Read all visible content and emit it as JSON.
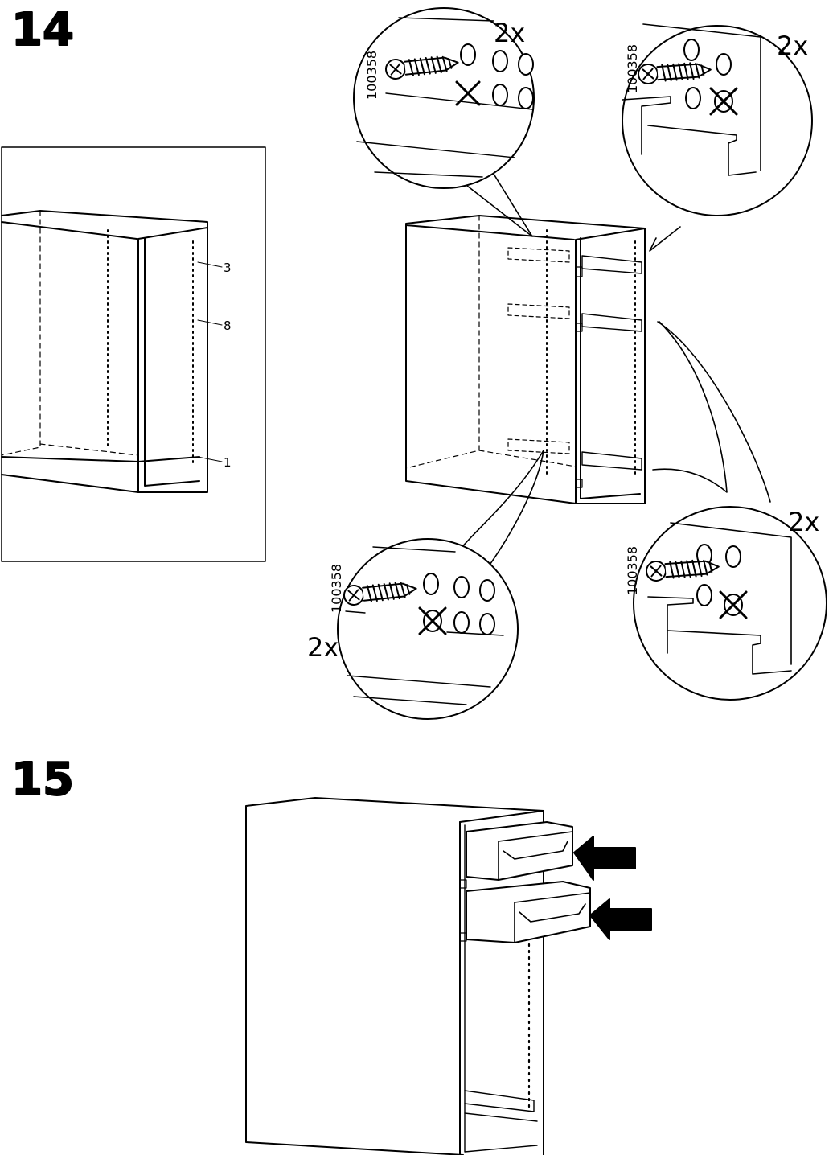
{
  "steps": [
    {
      "number": "14"
    },
    {
      "number": "15"
    }
  ],
  "hole_labels": [
    "3",
    "8",
    "1"
  ],
  "details": [
    {
      "quantity": "2x",
      "part_number": "100358"
    },
    {
      "quantity": "2x",
      "part_number": "100358"
    },
    {
      "quantity": "2x",
      "part_number": "100358"
    },
    {
      "quantity": "2x",
      "part_number": "100358"
    }
  ]
}
